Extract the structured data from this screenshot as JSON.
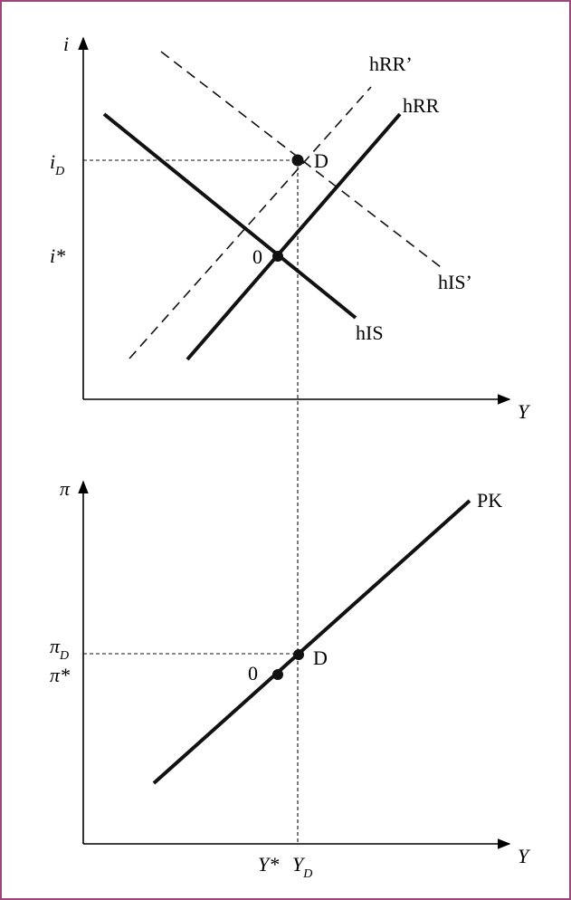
{
  "top_panel": {
    "y_axis_label": "i",
    "x_axis_label": "Y",
    "tick_iD_main": "i",
    "tick_iD_sub": "D",
    "tick_istar": "i*",
    "point_0_label": "0",
    "point_D_label": "D",
    "curves": {
      "hRR_prime": "hRR’",
      "hRR": "hRR",
      "hIS_prime": "hIS’",
      "hIS": "hIS"
    }
  },
  "bottom_panel": {
    "y_axis_label": "π",
    "x_axis_label": "Y",
    "tick_piD_main": "π",
    "tick_piD_sub": "D",
    "tick_pistar": "π*",
    "tick_Ystar": "Y*",
    "tick_YD_main": "Y",
    "tick_YD_sub": "D",
    "point_0_label": "0",
    "point_D_label": "D",
    "curves": {
      "PK": "PK"
    }
  },
  "colors": {
    "frame_border": "#a0457a",
    "ink": "#111111"
  }
}
